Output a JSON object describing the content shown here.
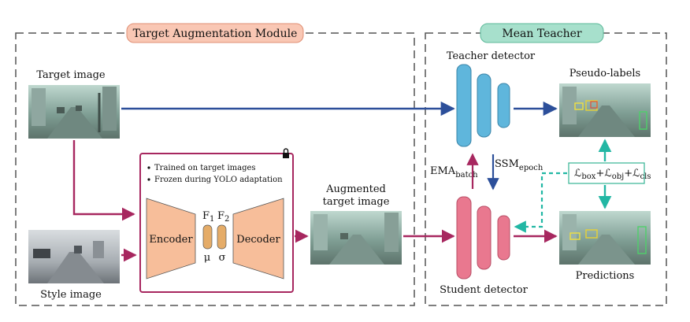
{
  "modules": {
    "left_title": "Target Augmentation Module",
    "right_title": "Mean Teacher"
  },
  "labels": {
    "target_image": "Target image",
    "style_image": "Style image",
    "augmented_line1": "Augmented",
    "augmented_line2": "target image",
    "teacher_detector": "Teacher detector",
    "student_detector": "Student detector",
    "pseudo_labels": "Pseudo-labels",
    "predictions": "Predictions",
    "encoder": "Encoder",
    "decoder": "Decoder",
    "f1_main": "F",
    "f1_sub": "1",
    "f2_main": "F",
    "f2_sub": "2",
    "mu": "μ",
    "sigma": "σ",
    "ema_main": "EMA",
    "ema_sub": "batch",
    "ssm_main": "SSM",
    "ssm_sub": "epoch"
  },
  "notes": [
    "Trained on target images",
    "Frozen during YOLO adaptation"
  ],
  "loss": {
    "l": "ℒ",
    "box": "box",
    "obj": "obj",
    "cls": "cls",
    "plus": "+"
  },
  "colors": {
    "left_tag_fill": "#f9c7b4",
    "left_tag_stroke": "#e08f74",
    "right_tag_fill": "#a7e0cc",
    "right_tag_stroke": "#5cb99a",
    "encoder_fill": "#f7be9a",
    "stats_fill": "#e5ac68",
    "teacher_fill": "#5fb6dc",
    "student_fill": "#e9788f",
    "blue_arrow": "#2c4f9a",
    "magenta_arrow": "#a7275f",
    "teal_arrow": "#22b7a4",
    "loss_box_stroke": "#35b394"
  },
  "icons": {
    "lock": "lock-icon"
  }
}
